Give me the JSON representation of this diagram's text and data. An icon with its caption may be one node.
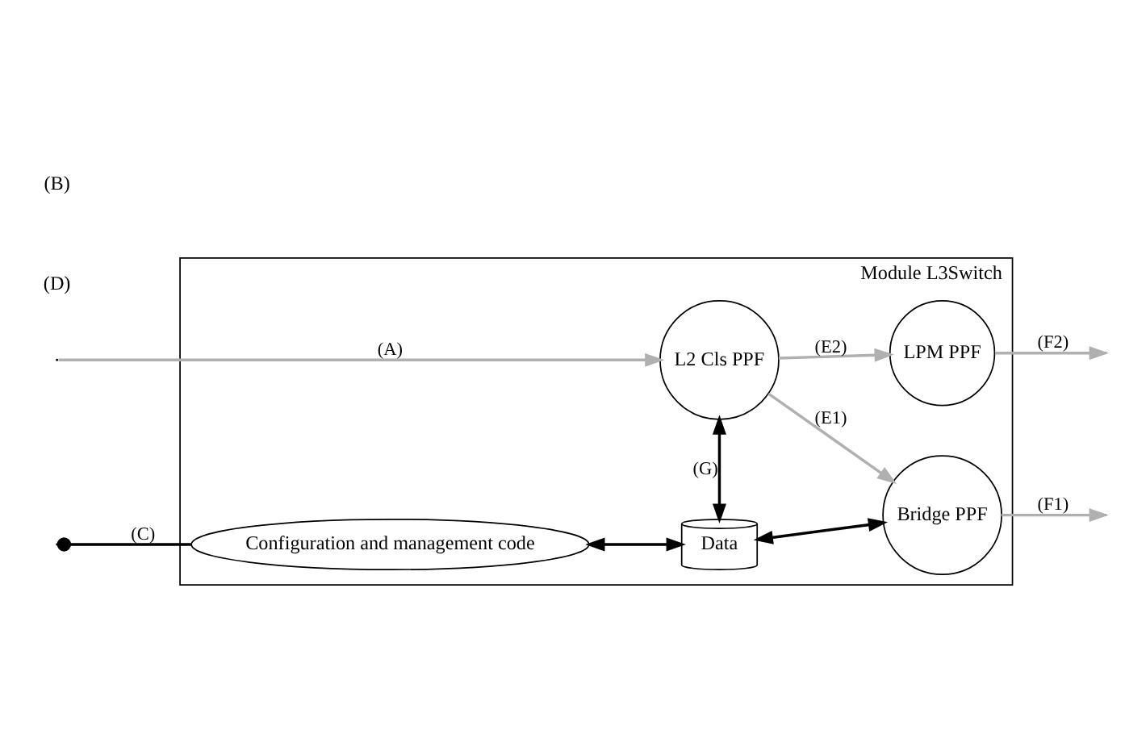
{
  "diagram": {
    "nodes": [
      {
        "text": [
          "Module L3Switch"
        ]
      },
      {
        "text": [
          "Configuration and management code"
        ],
        "in": 0
      },
      {
        "text": [
          "Data"
        ],
        "in": 0
      },
      {
        "text": [
          "L2 Cls PPF"
        ],
        "in": 0
      },
      {
        "text": [
          "Bridge PPF"
        ],
        "in": 0
      },
      {
        "text": [
          "LPM PPF"
        ],
        "in": 0
      }
    ],
    "edges": [
      {
        "from": null,
        "to": 3,
        "arrow": "to",
        "label": "(A)",
        "color": "#b0b0b0"
      },
      {
        "from": 1,
        "to": null,
        "arrow": "other",
        "label": "(C)",
        "color": "#000000"
      },
      {
        "from": 1,
        "to": 2,
        "arrow": "both",
        "color": "#000000"
      },
      {
        "from": 2,
        "to": 3,
        "arrow": "both",
        "label": "(G)",
        "color": "#000000"
      },
      {
        "from": 2,
        "to": 4,
        "arrow": "both",
        "color": "#000000"
      },
      {
        "from": 3,
        "to": 4,
        "arrow": "to",
        "label": "(E1)",
        "color": "#b0b0b0"
      },
      {
        "from": 3,
        "to": 5,
        "arrow": "to",
        "label": "(E2)",
        "color": "#b0b0b0"
      },
      {
        "from": 4,
        "to": null,
        "arrow": "to",
        "label": "(F1)",
        "color": "#b0b0b0"
      },
      {
        "from": 5,
        "to": null,
        "arrow": "to",
        "label": "(F2)",
        "color": "#b0b0b0"
      }
    ],
    "labels": [
      "(D)",
      "(B)"
    ]
  }
}
